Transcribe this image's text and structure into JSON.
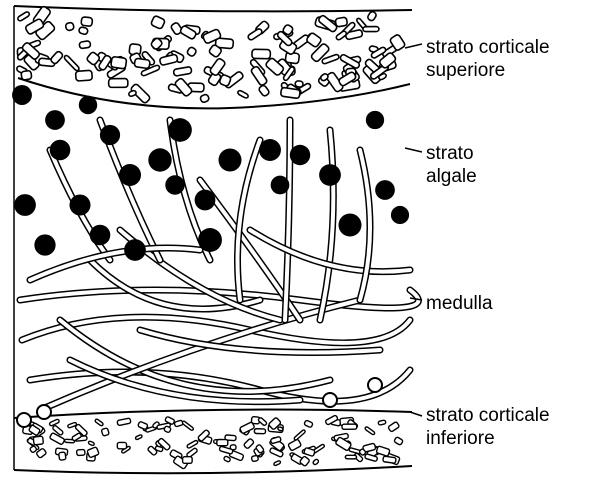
{
  "labels": {
    "upper_cortex": {
      "line1": "strato corticale",
      "line2": "superiore"
    },
    "algal_layer": {
      "line1": "strato",
      "line2": "algale"
    },
    "medulla": {
      "line1": "medulla"
    },
    "lower_cortex": {
      "line1": "strato corticale",
      "line2": "inferiore"
    }
  },
  "colors": {
    "ink": "#000000",
    "paper": "#ffffff"
  }
}
